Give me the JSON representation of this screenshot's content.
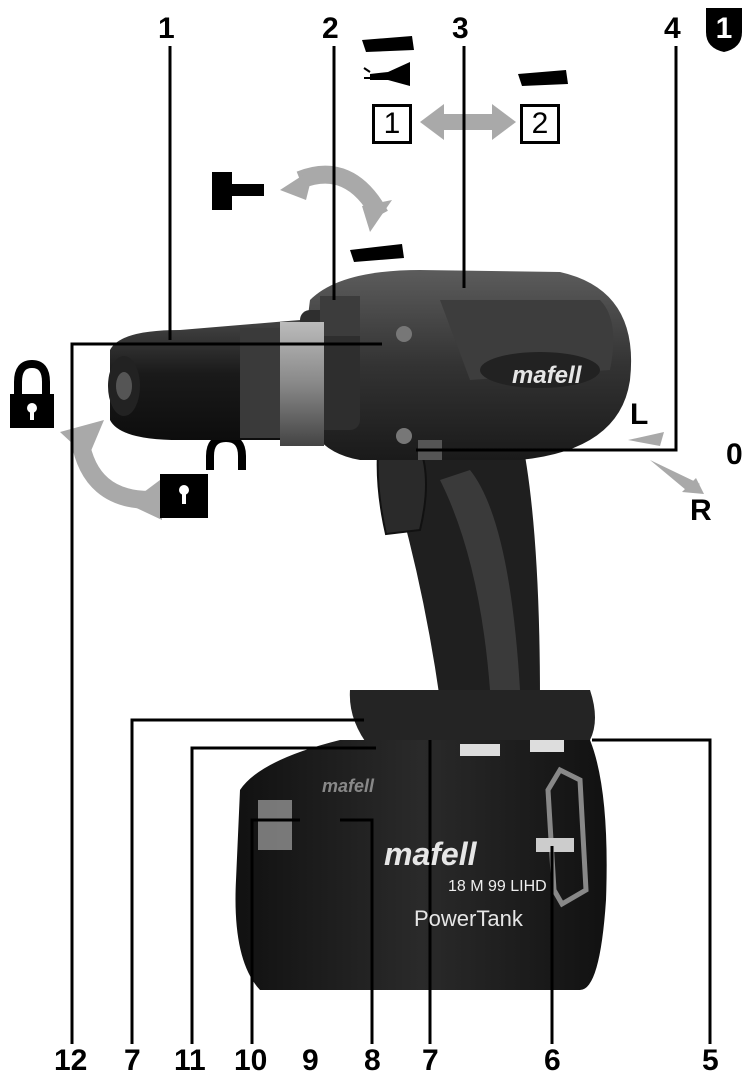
{
  "figure_badge": "1",
  "callout_numbers_top": [
    "1",
    "2",
    "3",
    "4"
  ],
  "callout_numbers_bottom": [
    "12",
    "7",
    "11",
    "10",
    "9",
    "8",
    "7",
    "6",
    "5"
  ],
  "gear_labels": [
    "1",
    "2"
  ],
  "direction_labels": {
    "left": "L",
    "neutral": "0",
    "right": "R"
  },
  "logo": "mafell",
  "battery": {
    "logo": "mafell",
    "model": "18 M 99 LIHD",
    "name": "PowerTank"
  },
  "colors": {
    "arrow": "#a9a9a9",
    "ink": "#000000",
    "body": "#2b2b2b",
    "body_light": "#4a4a4a"
  },
  "icons": [
    "padlock-closed-icon",
    "padlock-open-icon",
    "hammer-icon",
    "drill-bit-icon",
    "screwdriver-bit-icon"
  ]
}
